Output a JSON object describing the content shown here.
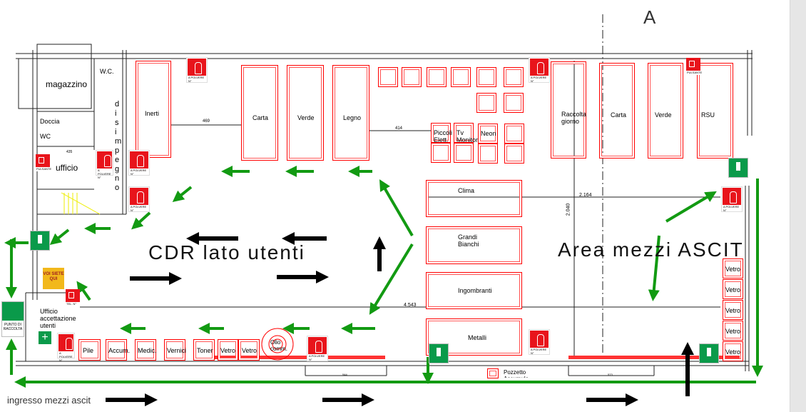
{
  "title_letter": "A",
  "areas": {
    "cdr": "CDR lato utenti",
    "mezzi": "Area mezzi ASCIT",
    "ingresso": "ingresso mezzi ascit"
  },
  "rooms": {
    "magazzino": "magazzino",
    "wc1": "W.C.",
    "doccia": "Doccia",
    "wc2": "WC",
    "ufficio": "ufficio",
    "disimpegno": [
      "d",
      "i",
      "s",
      "i",
      "m",
      "p",
      "e",
      "g",
      "n",
      "o"
    ],
    "ufficio_accettazione": [
      "Ufficio",
      "accettazione",
      "utenti"
    ]
  },
  "containers_top": [
    "Inerti",
    "Carta",
    "Verde",
    "Legno"
  ],
  "containers_mid": [
    "Piccoli Elett.",
    "Tv Monitor",
    "Neon"
  ],
  "containers_right": [
    "Raccolta giorno",
    "Carta",
    "Verde",
    "RSU"
  ],
  "containers_center": [
    "Clima",
    "Grandi Bianchi",
    "Ingombranti",
    "Metalli"
  ],
  "containers_bottom": [
    "Pile",
    "Accum.",
    "Medic.",
    "Vernici",
    "Toner",
    "Vetro",
    "Vetro"
  ],
  "olio": "Olio comm.",
  "vetro_right": [
    "Vetro",
    "Vetro",
    "Vetro",
    "Vetro",
    "Vetro"
  ],
  "pozzetto": "Pozzetto Accumulo",
  "dimensions": {
    "d469": "469",
    "d414": "414",
    "d2164": "2.164",
    "d2040": "2.040",
    "d4543": "4.543",
    "d435": "435",
    "d544": "544",
    "d573": "573"
  },
  "signs": {
    "extinguisher_caption": "A POLVERE N°",
    "alarm_caption": "PULSANTE",
    "phone_caption": "TEL. N°",
    "you_are_here": "VOI SIETE QUI",
    "assembly": "PUNTO DI RACCOLTA"
  },
  "colors": {
    "exit_green": "#0a9a4a",
    "fire_red": "#e8141b",
    "route_green": "#129a12"
  }
}
